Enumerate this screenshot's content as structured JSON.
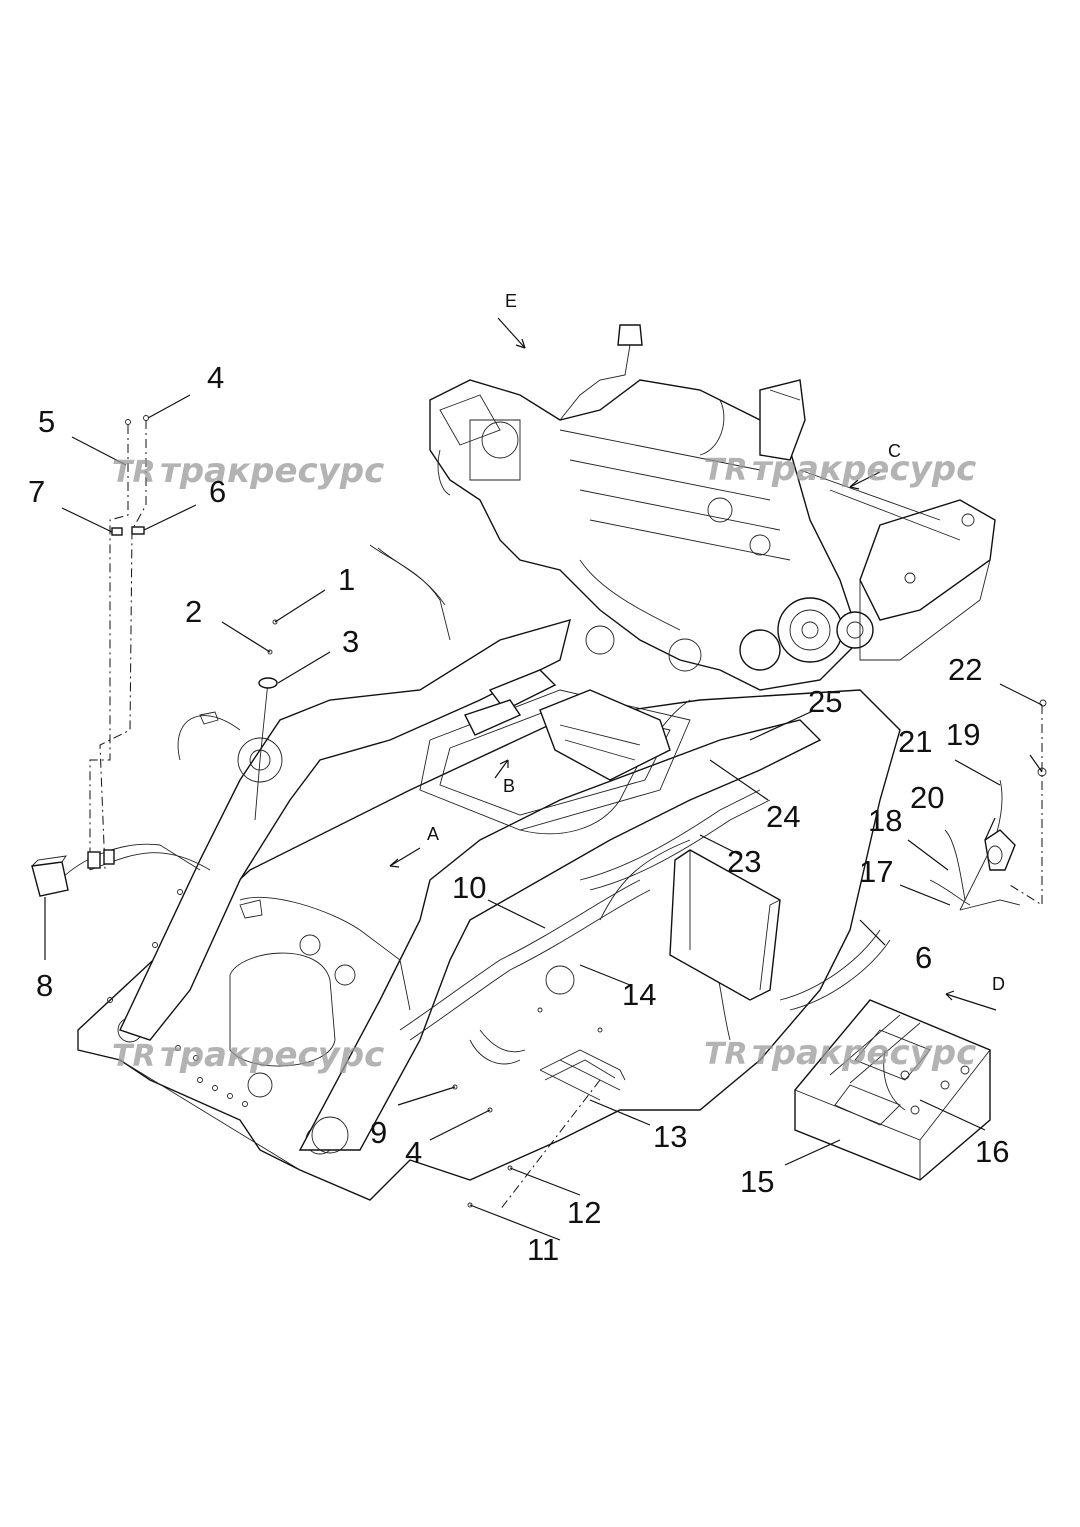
{
  "watermark": {
    "logo": "TR",
    "text": "тракресурс"
  },
  "view_labels": {
    "a": "A",
    "b": "B",
    "c": "C",
    "d": "D",
    "e": "E"
  },
  "callouts": {
    "c1": "1",
    "c2": "2",
    "c3": "3",
    "c4_top": "4",
    "c4_bottom": "4",
    "c5": "5",
    "c6_top": "6",
    "c6_right": "6",
    "c7": "7",
    "c8": "8",
    "c9": "9",
    "c10": "10",
    "c11": "11",
    "c12": "12",
    "c13": "13",
    "c14": "14",
    "c15": "15",
    "c16": "16",
    "c17": "17",
    "c18": "18",
    "c19": "19",
    "c20": "20",
    "c21": "21",
    "c22": "22",
    "c23": "23",
    "c24": "24",
    "c25": "25"
  },
  "colors": {
    "line": "#111111",
    "watermark": "#9a9a9a",
    "background": "#ffffff"
  }
}
